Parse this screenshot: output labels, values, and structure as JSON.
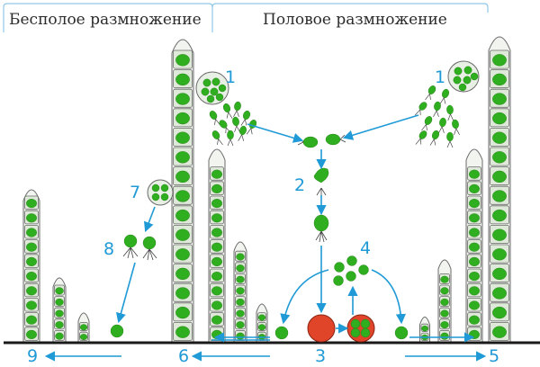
{
  "headers": {
    "asexual": "Бесполое размножение",
    "sexual": "Половое размножение"
  },
  "labels": {
    "n1_left": "1",
    "n1_right": "1",
    "n2": "2",
    "n3": "3",
    "n4": "4",
    "n5": "5",
    "n6": "6",
    "n7": "7",
    "n8": "8",
    "n9": "9"
  },
  "colors": {
    "accent": "#1f9ad6",
    "cell_green": "#2fae1f",
    "zygote_red": "#e0452a"
  }
}
